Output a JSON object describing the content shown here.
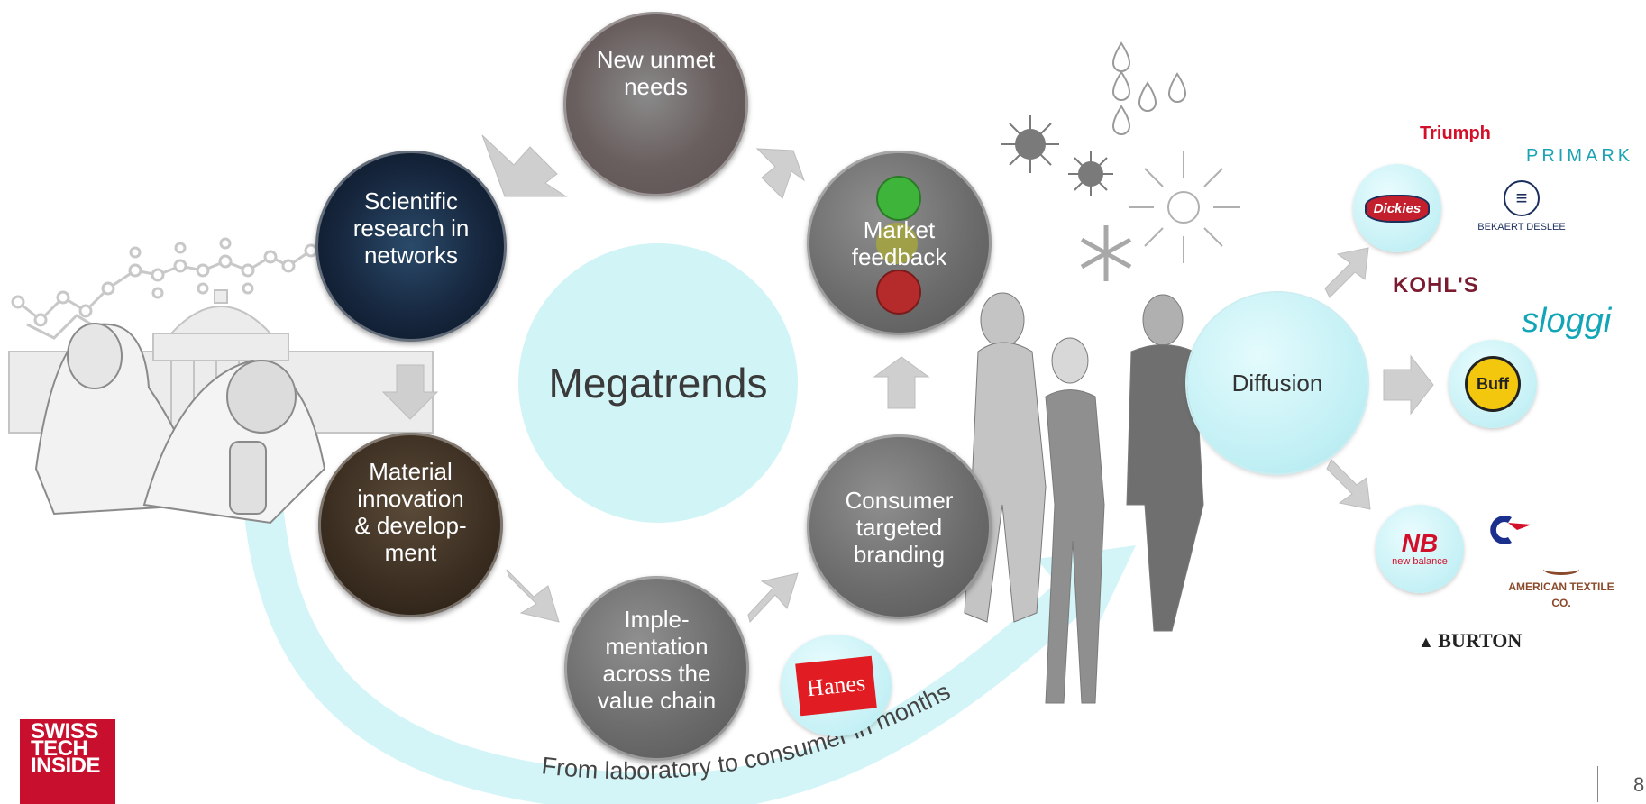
{
  "center": {
    "label": "Megatrends"
  },
  "nodes": {
    "unmet_needs": "New unmet\nneeds",
    "scientific_research": "Scientific\nresearch in\nnetworks",
    "material_innovation": "Material\ninnovation\n& develop-\nment",
    "implementation": "Imple-\nmentation\nacross the\nvalue chain",
    "consumer_branding": "Consumer\ntargeted\nbranding",
    "market_feedback": "Market\nfeedback",
    "diffusion": "Diffusion"
  },
  "arc_caption": "From laboratory to consumer in months",
  "brands": {
    "hanes": "Hanes",
    "triumph": "Triumph",
    "primark": "PRIMARK",
    "dickies": "Dickies",
    "bekaert_deslee": "BEKAERT DESLEE",
    "kohls": "KOHL'S",
    "sloggi": "sloggi",
    "buff": "Buff",
    "new_balance": "new balance",
    "american_textile": "AMERICAN TEXTILE CO.",
    "burton": "BURTON"
  },
  "footer": {
    "logo_lines": [
      "SWISS",
      "TECH",
      "INSIDE"
    ],
    "page_number": "8"
  },
  "colors": {
    "accent_cyan": "#d1f4f6",
    "arrow_gray": "#c8c8c8",
    "swiss_red": "#c8102e"
  }
}
